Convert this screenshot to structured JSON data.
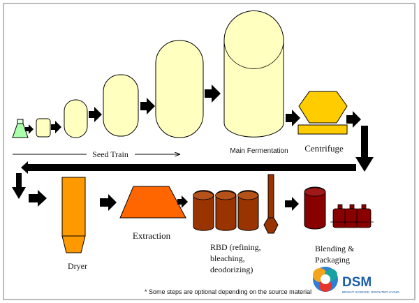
{
  "diagram": {
    "stages": {
      "seed_train": "Seed Train",
      "main_fermentation": "Main Fermentation",
      "centrifuge": "Centrifuge",
      "dryer": "Dryer",
      "extraction": "Extraction",
      "rbd_line1": "RBD (refining,",
      "rbd_line2": "bleaching,",
      "rbd_line3": "deodorizing)",
      "blending_line1": "Blending &",
      "blending_line2": "Packaging"
    },
    "footnote": "* Some steps are optional depending on the source material",
    "logo": {
      "name": "DSM",
      "tagline": "BRIGHT SCIENCE. BRIGHTER LIVING."
    },
    "colors": {
      "tank_fill": "#ffffc0",
      "centrifuge": "#ffcc00",
      "dryer": "#ff9900",
      "extraction": "#ff6600",
      "rbd": "#993300",
      "blending": "#880000",
      "flask": "#aaffaa",
      "arrow": "#000000"
    }
  }
}
